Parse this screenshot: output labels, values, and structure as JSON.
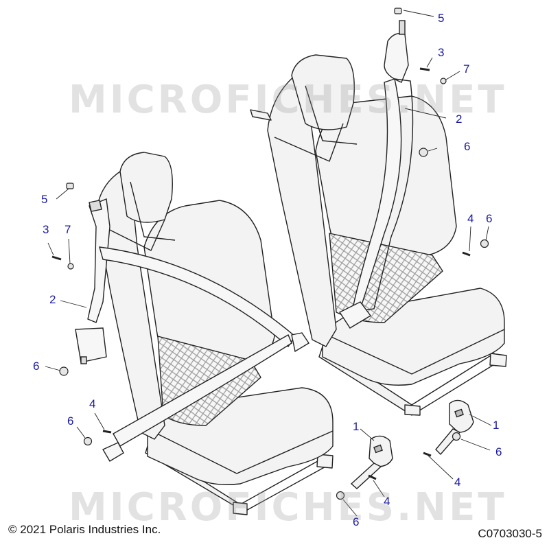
{
  "watermark": "MICROFICHES.NET",
  "copyright": "© 2021 Polaris Industries Inc.",
  "drawing_id": "C0703030-5",
  "callouts": [
    "5",
    "3",
    "7",
    "2",
    "6",
    "4",
    "6",
    "5",
    "3",
    "7",
    "2",
    "6",
    "4",
    "6",
    "1",
    "1",
    "6",
    "4",
    "4",
    "6"
  ],
  "colors": {
    "callout": "#1a1aa0",
    "line": "#222222",
    "fill": "#f3f3f3",
    "mesh": "#9a9a9a"
  }
}
